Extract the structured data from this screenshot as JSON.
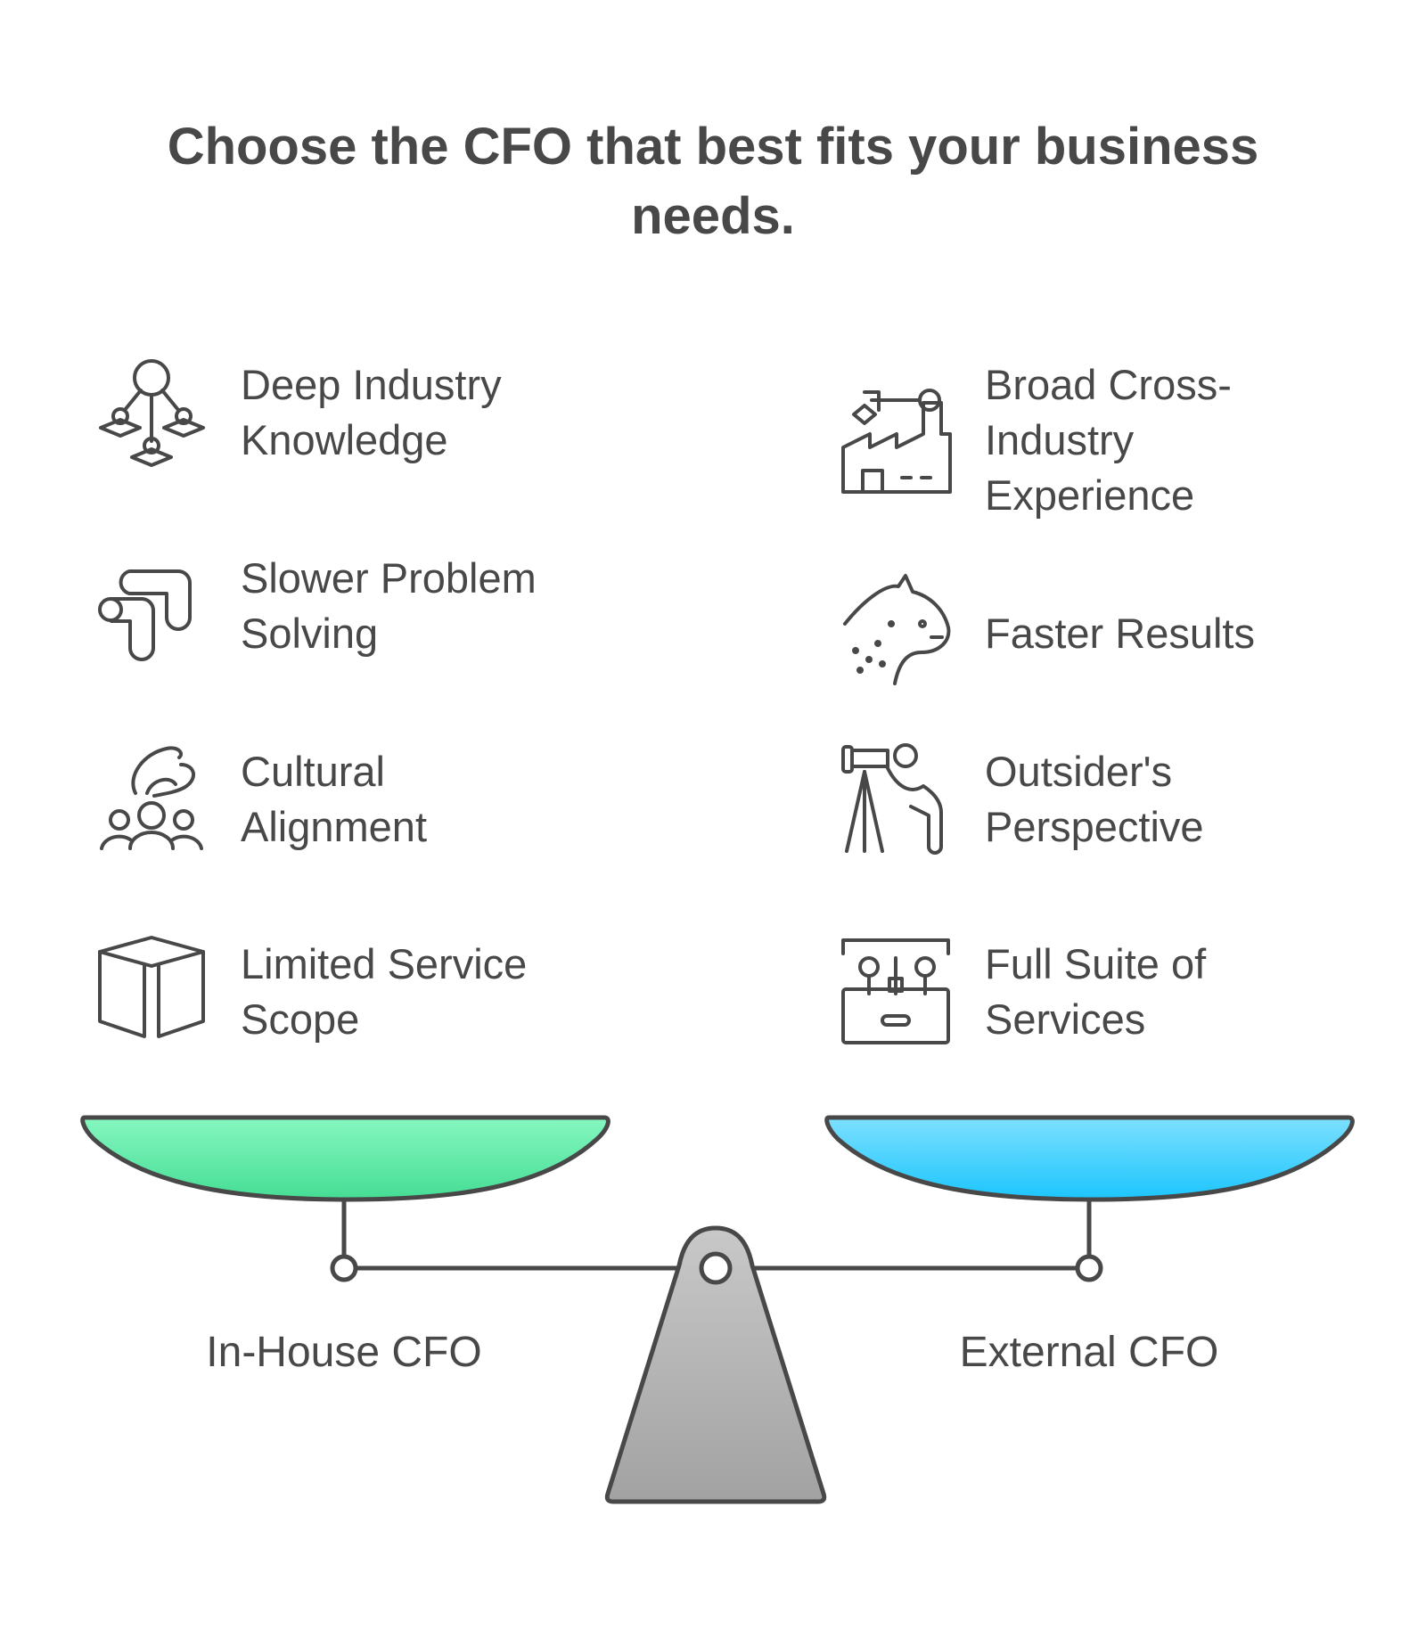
{
  "title": {
    "line1": "Choose the CFO that best fits your business",
    "line2": "needs."
  },
  "left": {
    "label": "In-House CFO",
    "color": "#4de09a",
    "items": [
      {
        "icon": "knowledge-network-icon",
        "lines": [
          "Deep Industry",
          "Knowledge"
        ]
      },
      {
        "icon": "winding-path-icon",
        "lines": [
          "Slower Problem",
          "Solving"
        ]
      },
      {
        "icon": "team-hand-icon",
        "lines": [
          "Cultural",
          "Alignment"
        ]
      },
      {
        "icon": "box-icon",
        "lines": [
          "Limited Service",
          "Scope"
        ]
      }
    ]
  },
  "right": {
    "label": "External CFO",
    "color": "#1ec8fd",
    "items": [
      {
        "icon": "factory-robot-arm-icon",
        "lines": [
          "Broad Cross-",
          "Industry",
          "Experience"
        ]
      },
      {
        "icon": "cheetah-icon",
        "lines": [
          "Faster Results"
        ]
      },
      {
        "icon": "telescope-person-icon",
        "lines": [
          "Outsider's",
          "Perspective"
        ]
      },
      {
        "icon": "toolbox-icon",
        "lines": [
          "Full Suite of",
          "Services"
        ]
      }
    ]
  }
}
